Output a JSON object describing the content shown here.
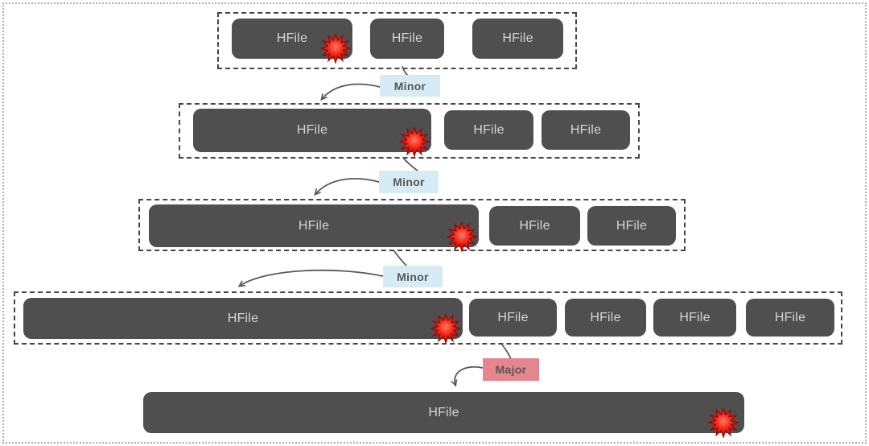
{
  "diagram": {
    "rows": [
      {
        "name": "stage-1",
        "boxes": [
          {
            "label": "HFile",
            "burst": true
          },
          {
            "label": "HFile",
            "burst": false
          },
          {
            "label": "HFile",
            "burst": false
          }
        ]
      },
      {
        "name": "stage-2",
        "boxes": [
          {
            "label": "HFile",
            "burst": true
          },
          {
            "label": "HFile",
            "burst": false
          },
          {
            "label": "HFile",
            "burst": false
          }
        ]
      },
      {
        "name": "stage-3",
        "boxes": [
          {
            "label": "HFile",
            "burst": true
          },
          {
            "label": "HFile",
            "burst": false
          },
          {
            "label": "HFile",
            "burst": false
          }
        ]
      },
      {
        "name": "stage-4",
        "boxes": [
          {
            "label": "HFile",
            "burst": true
          },
          {
            "label": "HFile",
            "burst": false
          },
          {
            "label": "HFile",
            "burst": false
          },
          {
            "label": "HFile",
            "burst": false
          },
          {
            "label": "HFile",
            "burst": false
          }
        ]
      },
      {
        "name": "stage-final",
        "boxes": [
          {
            "label": "HFile",
            "burst": true
          }
        ]
      }
    ],
    "connectors": [
      {
        "label": "Minor",
        "type": "minor"
      },
      {
        "label": "Minor",
        "type": "minor"
      },
      {
        "label": "Minor",
        "type": "minor"
      },
      {
        "label": "Major",
        "type": "major"
      }
    ],
    "icons": {
      "burst": "compaction-burst-icon"
    },
    "colors": {
      "hfile_box": "#4f4f4f",
      "hfile_text": "#d4d4d4",
      "minor_badge_bg": "#d6ebf4",
      "major_badge_bg": "#e5868e",
      "badge_text": "#575757",
      "arrow": "#595959",
      "dashed_border": "#454545",
      "burst_red": "#e00000",
      "frame_border": "#b0b0b0"
    }
  }
}
